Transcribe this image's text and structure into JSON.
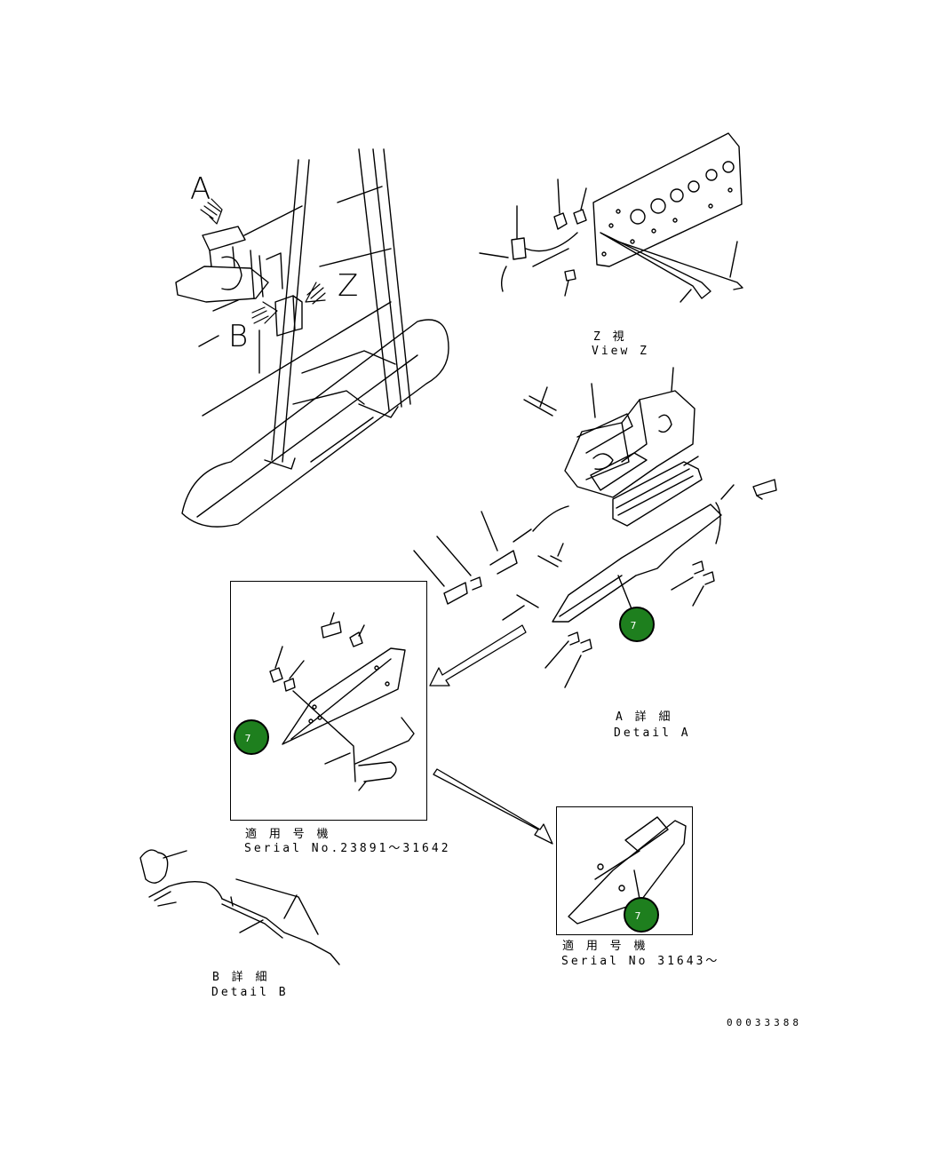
{
  "letters": {
    "a": "A",
    "b": "B",
    "z": "Z"
  },
  "view_z": {
    "jp": "Z 視",
    "en": "View Z"
  },
  "detail_a": {
    "jp": "A 詳 細",
    "en": "Detail A"
  },
  "detail_b": {
    "jp": "B 詳 細",
    "en": "Detail B"
  },
  "serial_old": {
    "jp": "適 用 号 機",
    "en": "Serial No.23891～31642"
  },
  "serial_new": {
    "jp": "適 用 号 機",
    "en": "Serial No 31643～"
  },
  "callout_number": "7",
  "callout_color": "#1e7f1e",
  "drawing_number": "00033388"
}
